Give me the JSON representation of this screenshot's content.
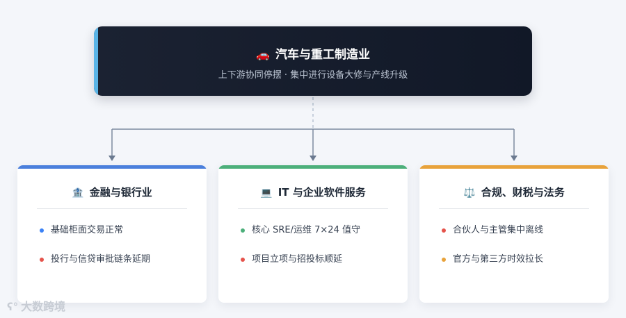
{
  "top": {
    "icon": "car-icon",
    "icon_glyph": "🚗",
    "title": "汽车与重工制造业",
    "subtitle": "上下游协同停摆 · 集中进行设备大修与产线升级"
  },
  "cards": [
    {
      "icon": "bank-icon",
      "icon_glyph": "🏦",
      "title": "金融与银行业",
      "accent": "#4a7fdc",
      "items": [
        {
          "text": "基础柜面交易正常",
          "dot": "#3b82f6"
        },
        {
          "text": "投行与信贷审批链条延期",
          "dot": "#e5534b"
        }
      ]
    },
    {
      "icon": "laptop-icon",
      "icon_glyph": "💻",
      "title": "IT 与企业软件服务",
      "accent": "#4caf7a",
      "items": [
        {
          "text": "核心 SRE/运维 7×24 值守",
          "dot": "#4caf7a"
        },
        {
          "text": "项目立项与招投标顺延",
          "dot": "#e5534b"
        }
      ]
    },
    {
      "icon": "scales-icon",
      "icon_glyph": "⚖️",
      "title": "合规、财税与法务",
      "accent": "#e8a23a",
      "items": [
        {
          "text": "合伙人与主管集中离线",
          "dot": "#e5534b"
        },
        {
          "text": "官方与第三方时效拉长",
          "dot": "#e8a23a"
        }
      ]
    }
  ],
  "watermark": {
    "icon": "logo-icon",
    "text": "大数跨境"
  }
}
